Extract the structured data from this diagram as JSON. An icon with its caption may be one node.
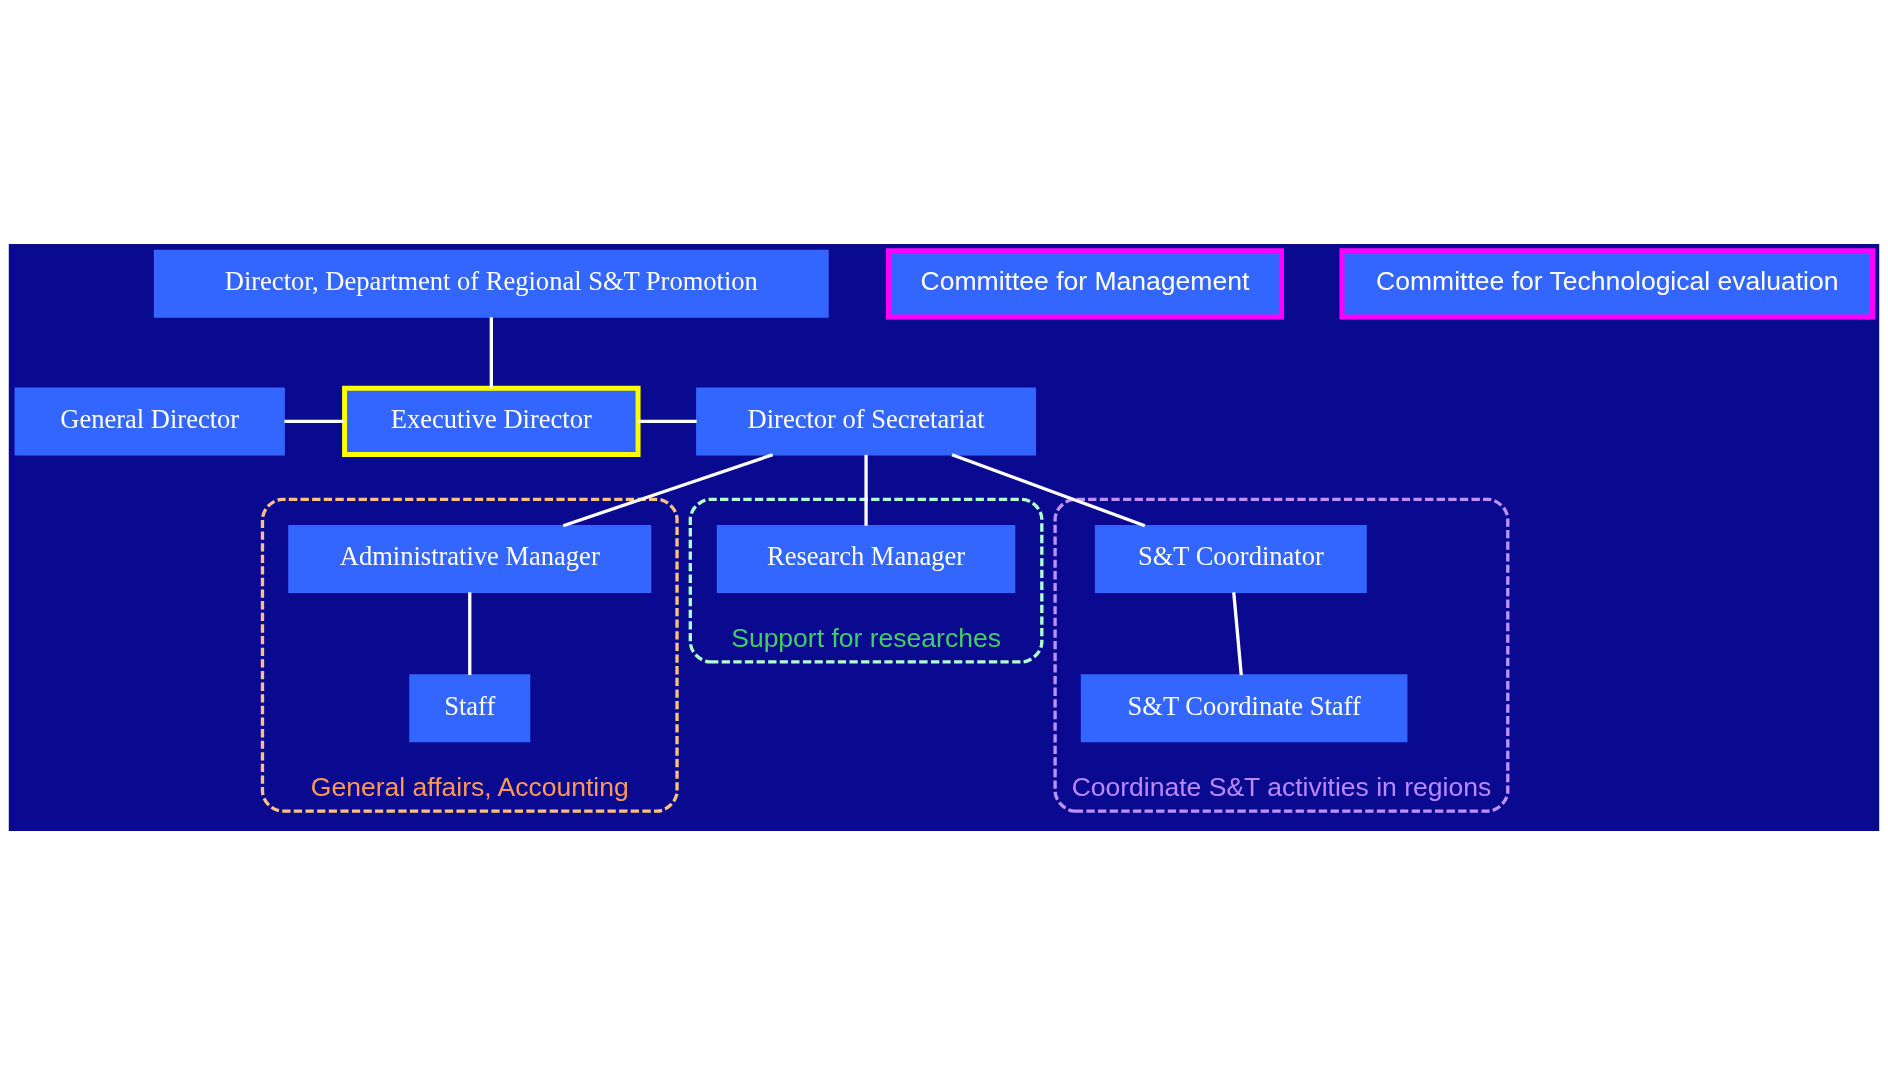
{
  "diagram": {
    "nodes": [
      {
        "text": [
          "Director, Department of Regional S&T Promotion"
        ]
      },
      {
        "text": [
          "General Director"
        ]
      },
      {
        "text": [
          "Executive Director"
        ]
      },
      {
        "text": [
          "Director of Secretariat"
        ]
      },
      {
        "text": [
          "Committee for Management"
        ]
      },
      {
        "text": [
          "Committee for Technological evaluation"
        ]
      },
      {
        "text": [
          "General affairs, Accounting"
        ]
      },
      {
        "text": [
          "Administrative Manager"
        ],
        "in": 6
      },
      {
        "text": [
          "Staff"
        ],
        "in": 6
      },
      {
        "text": [
          "Support for researches"
        ]
      },
      {
        "text": [
          "Research Manager"
        ],
        "in": 9
      },
      {
        "text": [
          "Coordinate S&T activities in regions"
        ]
      },
      {
        "text": [
          "S&T Coordinator"
        ],
        "in": 11
      },
      {
        "text": [
          "S&T Coordinate Staff"
        ],
        "in": 11
      }
    ],
    "edges": [
      {
        "from": 0,
        "to": 2,
        "arrow": "none"
      },
      {
        "from": 1,
        "to": 2,
        "arrow": "none"
      },
      {
        "from": 2,
        "to": 3,
        "arrow": "none"
      },
      {
        "from": 3,
        "to": 7,
        "arrow": "none"
      },
      {
        "from": 3,
        "to": 10,
        "arrow": "none"
      },
      {
        "from": 3,
        "to": 12,
        "arrow": "none"
      },
      {
        "from": 7,
        "to": 8,
        "arrow": "none"
      },
      {
        "from": 12,
        "to": 13,
        "arrow": "none"
      }
    ]
  }
}
